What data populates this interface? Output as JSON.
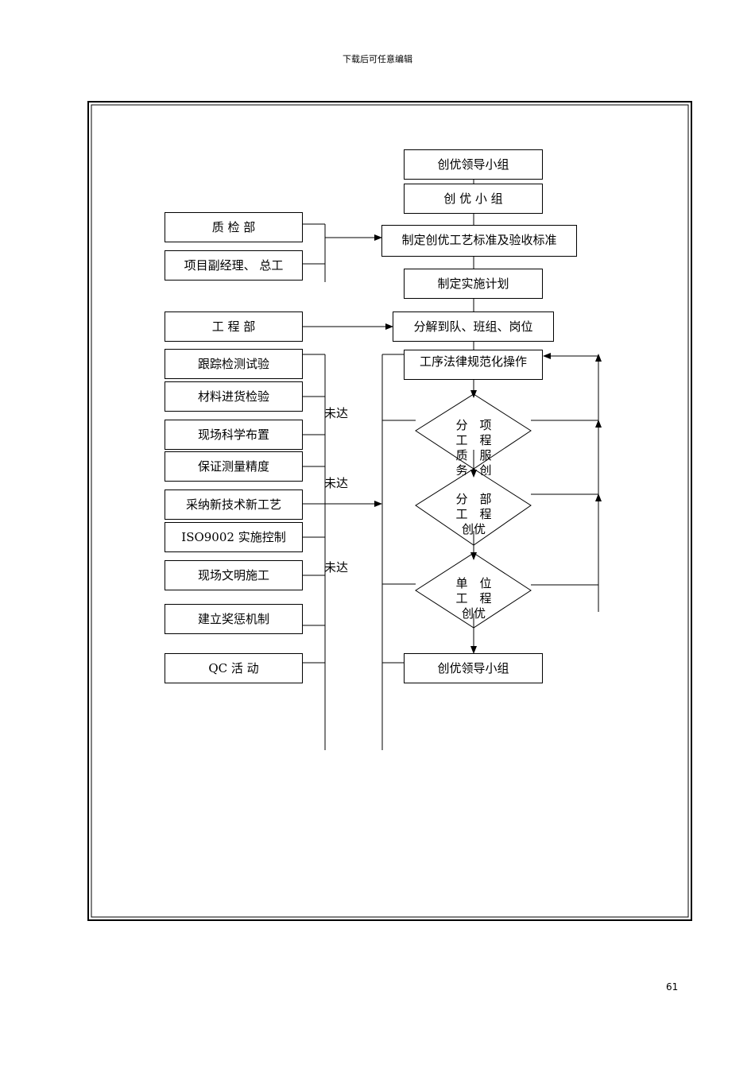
{
  "page": {
    "header": "下载后可任意编辑",
    "page_number": "61"
  },
  "flow": {
    "right": {
      "lead_group_top": "创优领导小组",
      "group": "创 优 小 组",
      "standard": "制定创优工艺标准及验收标准",
      "plan": "制定实施计划",
      "decompose": "分解到队、班组、岗位",
      "procedure": "工序法律规范化操作",
      "diamond1": "分　项\n工　程\n质　服\n务　创",
      "diamond2": "分　部\n工　程\n创优",
      "diamond3": "单　位\n工　程\n创优",
      "lead_group_bottom": "创优领导小组"
    },
    "left": {
      "quality_dept": "质 检 部",
      "deputy_manager": "项目副经理、 总工",
      "engineering_dept": "工 程 部",
      "tracking_test": "跟踪检测试验",
      "material_inspection": "材料进货检验",
      "site_layout": "现场科学布置",
      "measurement_precision": "保证测量精度",
      "new_tech": "采纳新技术新工艺",
      "iso_control": "ISO9002 实施控制",
      "civilized_construction": "现场文明施工",
      "reward_mechanism": "建立奖惩机制",
      "qc_activity": "QC 活 动"
    },
    "labels": {
      "not_reached_1": "未达",
      "not_reached_2": "未达",
      "not_reached_3": "未达"
    }
  }
}
